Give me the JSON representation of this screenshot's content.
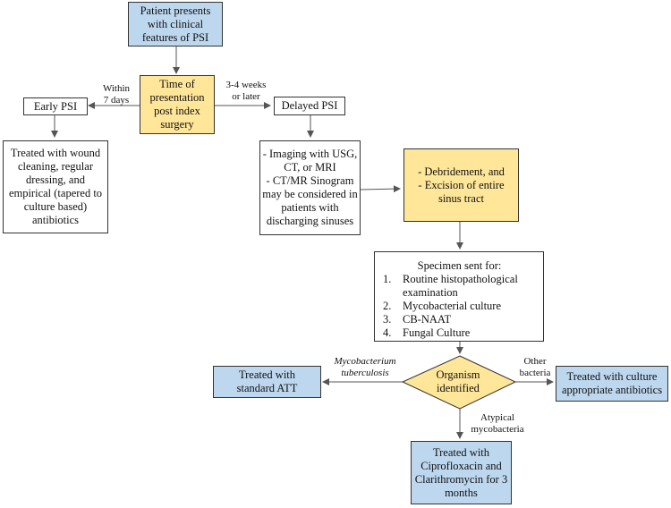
{
  "nodes": {
    "start": "Patient presents\nwith clinical\nfeatures of PSI",
    "time": "Time of\npresentation\npost index\nsurgery",
    "early": "Early PSI",
    "delayed": "Delayed PSI",
    "early_treatment": "Treated with wound\ncleaning, regular\ndressing, and\nempirical (tapered to\nculture based)\nantibiotics",
    "imaging": "- Imaging with USG,\nCT, or MRI\n- CT/MR Sinogram\nmay be considered in\npatients with\ndischarging sinuses",
    "debridement": "- Debridement, and\n- Excision of entire\nsinus tract",
    "specimen": {
      "title": "Specimen sent for:",
      "items": [
        {
          "num": "1.",
          "text": "Routine histopathological examination"
        },
        {
          "num": "2.",
          "text": "Mycobacterial culture"
        },
        {
          "num": "3.",
          "text": "CB-NAAT"
        },
        {
          "num": "4.",
          "text": "Fungal Culture"
        }
      ]
    },
    "organism": "Organism\nidentified",
    "att": "Treated with\nstandard ATT",
    "culture_abx": "Treated with culture\nappropriate antibiotics",
    "cipro": "Treated with\nCiprofloxacin and\nClarithromycin for 3\nmonths"
  },
  "labels": {
    "within7": "Within\n7 days",
    "weeks": "3-4 weeks\nor later",
    "mtb": "Mycobacterium\ntuberculosis",
    "other_bacteria": "Other\nbacteria",
    "atypical": "Atypical\nmycobacteria"
  },
  "colors": {
    "blue_fill": "#bdd7ee",
    "yellow_fill": "#ffe699",
    "line": "#555555"
  }
}
